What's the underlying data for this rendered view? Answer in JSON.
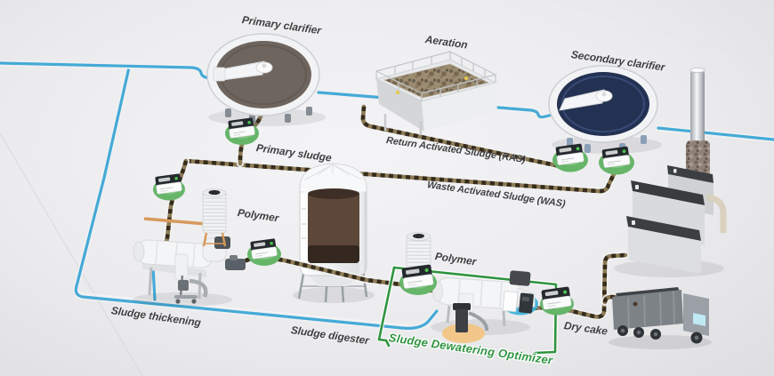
{
  "diagram": {
    "labels": {
      "primary_clarifier": "Primary clarifier",
      "aeration": "Aeration",
      "secondary_clarifier": "Secondary clarifier",
      "primary_sludge": "Primary sludge",
      "ras": "Return Activated Sludge (RAS)",
      "was": "Waste Activated Sludge (WAS)",
      "polymer_top": "Polymer",
      "polymer_bottom": "Polymer",
      "sludge_thickening": "Sludge thickening",
      "sludge_digester": "Sludge digester",
      "sludge_dewatering_optimizer": "Sludge Dewatering Optimizer",
      "dry_cake": "Dry cake"
    },
    "colors": {
      "water_line": "#45aad6",
      "pipe_casing": "#f0f1f2",
      "sludge_light": "#8d7b57",
      "sludge_dark": "#362c1b",
      "optimizer_green": "#2f9440",
      "sensor_green": "#66b569",
      "highlight_blue": "#41b5da",
      "highlight_orange": "#f2c584",
      "label_color": "#3e3e40",
      "primary_water": "#6e655e",
      "secondary_water": "#233152",
      "aeration_water": "#9c8d72"
    },
    "sensor_badges": [
      {
        "id": "primary-sludge-sensor"
      },
      {
        "id": "thickening-feed-sensor"
      },
      {
        "id": "thickened-sludge-sensor"
      },
      {
        "id": "ras-sensor"
      },
      {
        "id": "was-sensor"
      },
      {
        "id": "dewatering-feed-sensor"
      },
      {
        "id": "dry-cake-sensor"
      }
    ]
  }
}
